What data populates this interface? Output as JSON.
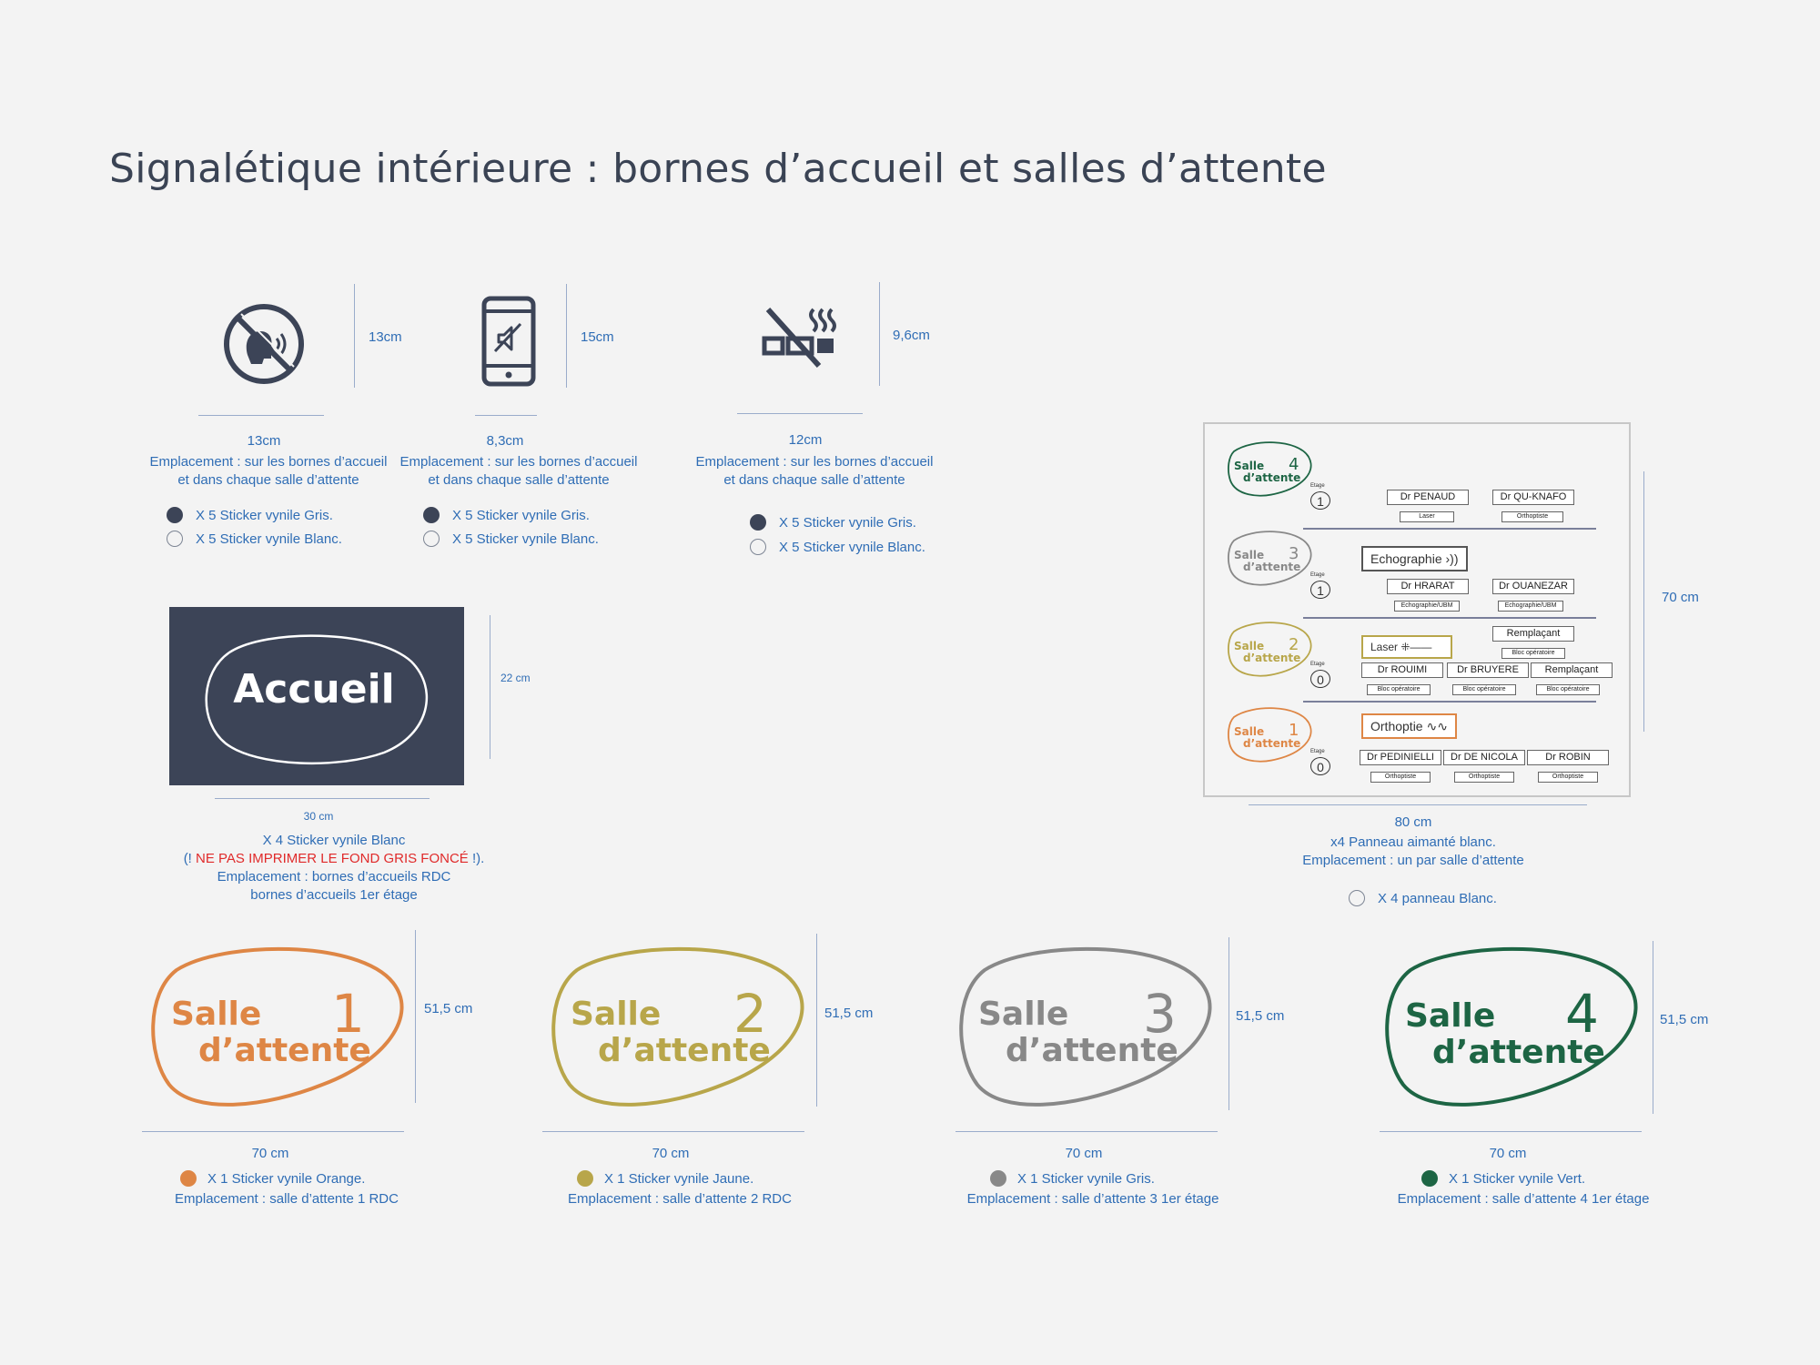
{
  "title": "Signalétique intérieure : bornes d’accueil et salles d’attente",
  "colors": {
    "dark": "#3c4457",
    "blue_text": "#2f6db5",
    "orange": "#de8645",
    "yellow": "#b8a64a",
    "gray": "#888888",
    "green": "#1d6544",
    "red_warning": "#e02a2a"
  },
  "icons": [
    {
      "icon": "no-talking-icon",
      "height": "13cm",
      "width": "13cm",
      "placement": [
        "Emplacement : sur les bornes d’accueil",
        "et dans chaque salle d’attente"
      ],
      "options": [
        {
          "swatch": "gray",
          "label": "X 5 Sticker vynile Gris."
        },
        {
          "swatch": "white",
          "label": "X 5 Sticker vynile Blanc."
        }
      ]
    },
    {
      "icon": "phone-muted-icon",
      "height": "15cm",
      "width": "8,3cm",
      "placement": [
        "Emplacement : sur les bornes d’accueil",
        "et dans chaque salle d’attente"
      ],
      "options": [
        {
          "swatch": "gray",
          "label": "X 5 Sticker vynile Gris."
        },
        {
          "swatch": "white",
          "label": "X 5 Sticker vynile Blanc."
        }
      ]
    },
    {
      "icon": "no-smoking-icon",
      "height": "9,6cm",
      "width": "12cm",
      "placement": [
        "Emplacement : sur les bornes d’accueil",
        "et dans chaque salle d’attente"
      ],
      "options": [
        {
          "swatch": "gray",
          "label": "X 5 Sticker vynile Gris."
        },
        {
          "swatch": "white",
          "label": "X 5 Sticker vynile Blanc."
        }
      ]
    }
  ],
  "accueil": {
    "label": "Accueil",
    "height": "22 cm",
    "width": "30 cm",
    "line1": "X 4 Sticker vynile Blanc",
    "warn_open": "(!",
    "warn_text": " NE PAS IMPRIMER LE FOND GRIS FONCÉ ",
    "warn_close": "!).",
    "line3": "Emplacement : bornes d’accueils RDC",
    "line4": "bornes d’accueils 1er étage"
  },
  "panel": {
    "height": "70 cm",
    "width": "80 cm",
    "line1": "x4 Panneau aimanté blanc.",
    "line2": "Emplacement : un par salle d’attente",
    "option": "X 4 panneau Blanc.",
    "salle": "Salle",
    "attente": "d’attente",
    "etage_label": "Etage",
    "rows": {
      "r4": {
        "num": "4",
        "etage": "1",
        "doctors": [
          {
            "name": "Dr PENAUD",
            "spec": "Laser"
          },
          {
            "name": "Dr QU-KNAFO",
            "spec": "Orthoptiste"
          }
        ]
      },
      "r3": {
        "num": "3",
        "etage": "1",
        "service": "Echographie",
        "doctors": [
          {
            "name": "Dr HRARAT",
            "spec": "Echographie/UBM"
          },
          {
            "name": "Dr OUANEZAR",
            "spec": "Echographie/UBM"
          }
        ]
      },
      "r2": {
        "num": "2",
        "etage": "0",
        "service": "Laser",
        "doctors": [
          {
            "name": "Remplaçant",
            "spec": "Bloc opératoire"
          },
          {
            "name": "Dr ROUIMI",
            "spec": "Bloc opératoire"
          },
          {
            "name": "Dr BRUYERE",
            "spec": "Bloc opératoire"
          },
          {
            "name": "Remplaçant",
            "spec": "Bloc opératoire"
          }
        ]
      },
      "r1": {
        "num": "1",
        "etage": "0",
        "service": "Orthoptie",
        "doctors": [
          {
            "name": "Dr PEDINIELLI",
            "spec": "Orthoptiste"
          },
          {
            "name": "Dr DE NICOLA",
            "spec": "Orthoptiste"
          },
          {
            "name": "Dr ROBIN",
            "spec": "Orthoptiste"
          }
        ]
      }
    }
  },
  "salles": [
    {
      "num": "1",
      "salle": "Salle",
      "attente": "d’attente",
      "height": "51,5 cm",
      "width": "70 cm",
      "qty": "X 1 Sticker vynile Orange.",
      "place": "Emplacement : salle d’attente 1 RDC"
    },
    {
      "num": "2",
      "salle": "Salle",
      "attente": "d’attente",
      "height": "51,5 cm",
      "width": "70 cm",
      "qty": "X 1 Sticker vynile Jaune.",
      "place": "Emplacement : salle d’attente 2 RDC"
    },
    {
      "num": "3",
      "salle": "Salle",
      "attente": "d’attente",
      "height": "51,5 cm",
      "width": "70 cm",
      "qty": "X 1 Sticker vynile Gris.",
      "place": "Emplacement : salle d’attente 3 1er étage"
    },
    {
      "num": "4",
      "salle": "Salle",
      "attente": "d’attente",
      "height": "51,5 cm",
      "width": "70 cm",
      "qty": "X 1 Sticker vynile Vert.",
      "place": "Emplacement : salle d’attente 4 1er étage"
    }
  ]
}
